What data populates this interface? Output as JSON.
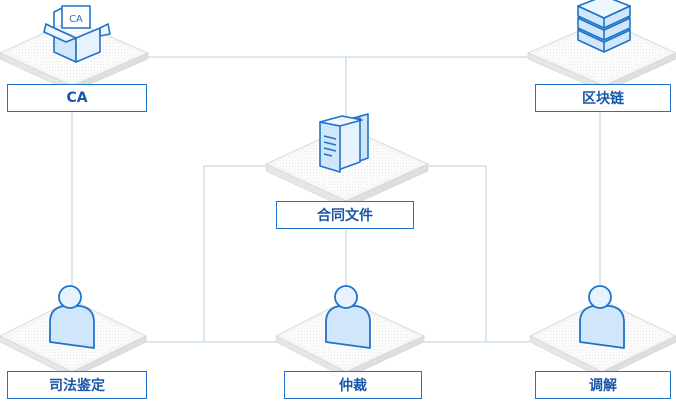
{
  "nodes": {
    "ca": {
      "label": "CA",
      "icon": "ca-box-icon"
    },
    "chain": {
      "label": "区块链",
      "icon": "blockchain-stack-icon"
    },
    "contract": {
      "label": "合同文件",
      "icon": "documents-icon"
    },
    "judicial": {
      "label": "司法鉴定",
      "icon": "person-icon"
    },
    "arbitration": {
      "label": "仲裁",
      "icon": "person-icon"
    },
    "mediation": {
      "label": "调解",
      "icon": "person-icon"
    }
  },
  "ca_icon_text": "CA",
  "colors": {
    "accent": "#1f73c9",
    "text": "#1a56a8",
    "icon_fill": "#cfe6fb",
    "line": "#b9cfe8",
    "platform": "#f4f4f4"
  }
}
